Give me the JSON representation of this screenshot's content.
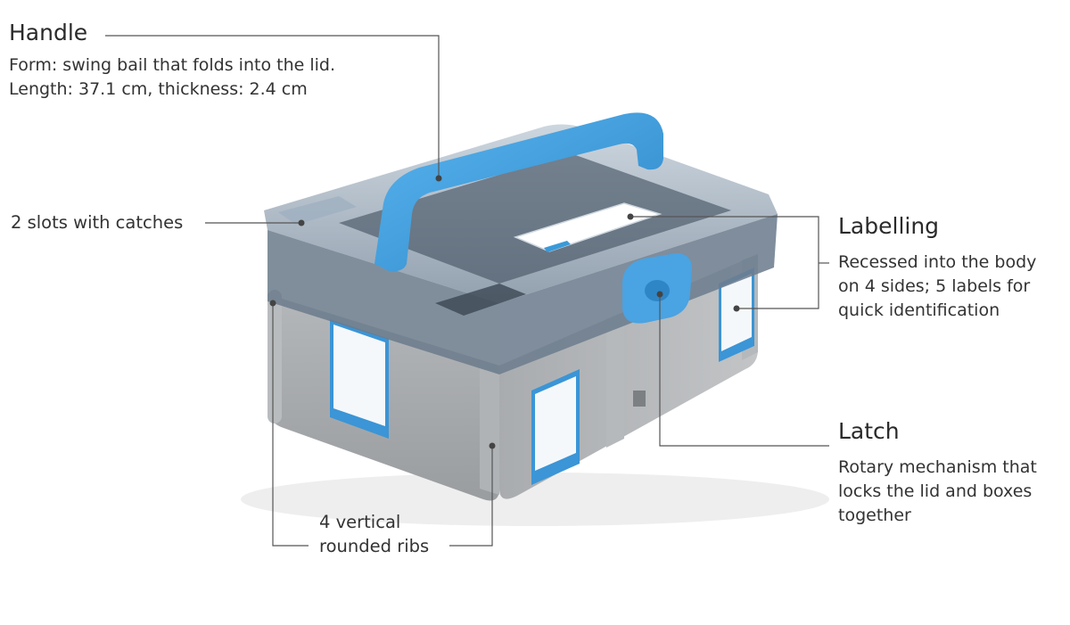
{
  "colors": {
    "accent_blue": "#3a9ad9",
    "case_grey": "#a3a6a9",
    "lid_smoke": "#5f6f80",
    "leader_line": "#555555"
  },
  "callouts": {
    "handle": {
      "title": "Handle",
      "lines": [
        "Form: swing bail that folds into the lid.",
        "Length: 37.1 cm, thickness: 2.4 cm"
      ]
    },
    "slots": {
      "text": "2 slots with catches"
    },
    "labelling": {
      "title": "Labelling",
      "lines": [
        "Recessed into the body",
        "on 4 sides; 5 labels for",
        "quick identification"
      ]
    },
    "latch": {
      "title": "Latch",
      "lines": [
        "Rotary mechanism that",
        "locks the lid and boxes",
        "together"
      ]
    },
    "ribs": {
      "lines": [
        "4 vertical",
        "rounded ribs"
      ]
    }
  }
}
